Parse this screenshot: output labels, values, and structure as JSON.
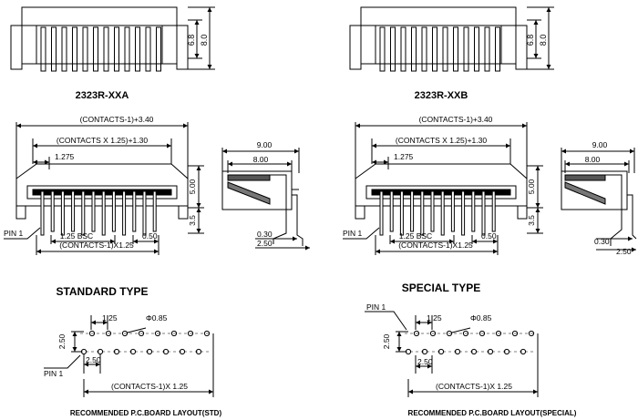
{
  "drawing": {
    "left": {
      "model": "2323R-XXA",
      "type_label": "STANDARD TYPE",
      "pcb_caption": "RECOMMENDED P.C.BOARD LAYOUT(STD)"
    },
    "right": {
      "model": "2323R-XXB",
      "type_label": "SPECIAL TYPE",
      "pcb_caption": "RECOMMENDED P.C.BOARD LAYOUT(SPECIAL)"
    },
    "dims": {
      "top_h1": "6.8",
      "top_h2": "8.0",
      "overall": "(CONTACTS-1)+3.40",
      "contacts_width": "(CONTACTS X 1.25)+1.30",
      "first_offset": "1.275",
      "body_h": "5.00",
      "lead_h": "3.5",
      "pitch_bsc": "1.25 BSC",
      "pin_w": "0.50",
      "contacts_span": "(CONTACTS-1)X1.25",
      "side_w": "9.00",
      "side_inner": "8.00",
      "side_small": "0.30",
      "side_foot": "2.50",
      "pcb_pitch": "1.25",
      "pcb_hole": "Φ0.85",
      "pcb_row": "2.50",
      "pcb_offset": "2.50",
      "pcb_span": "(CONTACTS-1)X 1.25"
    },
    "pin1_label": "PIN 1"
  }
}
